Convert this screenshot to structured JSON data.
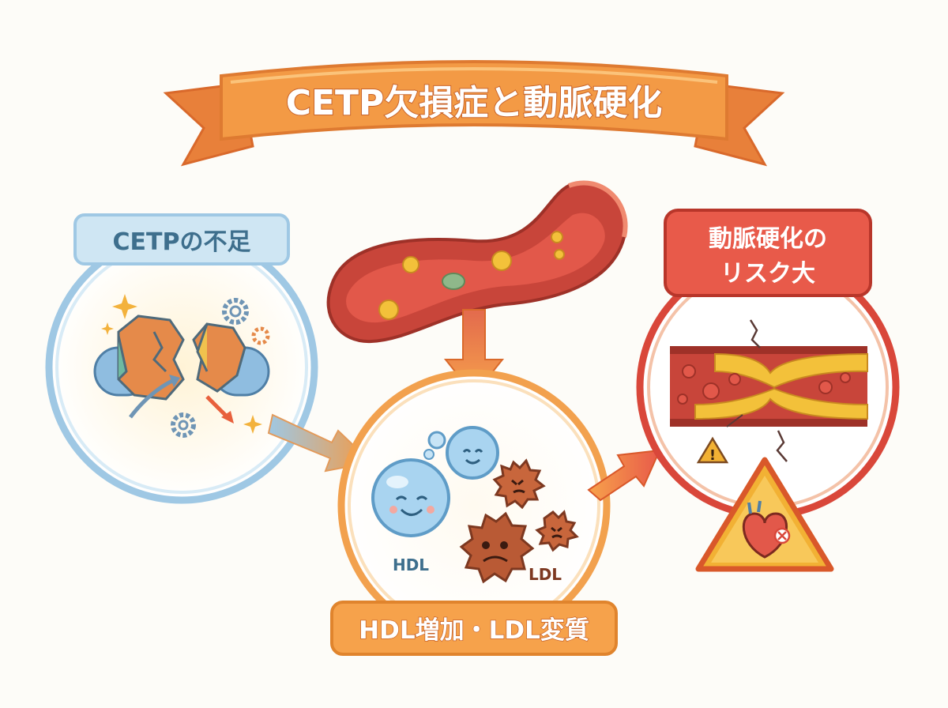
{
  "title": "CETP欠損症と動脈硬化",
  "left_panel": {
    "label": "CETPの不足"
  },
  "center_panel": {
    "hdl_label": "HDL",
    "ldl_label": "LDL",
    "caption": "HDL増加・LDL変質"
  },
  "right_panel": {
    "label_line1": "動脈硬化の",
    "label_line2": "リスク大"
  },
  "icons": [
    "protein-icon",
    "gear-icon",
    "sparkle-icon",
    "blood-vessel-icon",
    "hdl-particle-icon",
    "ldl-particle-icon",
    "artery-plaque-icon",
    "warning-icon",
    "heart-icon"
  ],
  "colors": {
    "banner": "#f39a45",
    "banner_text": "#ffffff",
    "left_circle": "#9fc8e4",
    "left_label_bg": "#cfe6f3",
    "left_label_text": "#3e6f8d",
    "center_circle": "#f2a14e",
    "center_label_bg": "#f6a24b",
    "right_circle": "#d9473a",
    "right_label_bg": "#e85a4a",
    "vessel": "#c8453a",
    "warning": "#f2b134"
  }
}
